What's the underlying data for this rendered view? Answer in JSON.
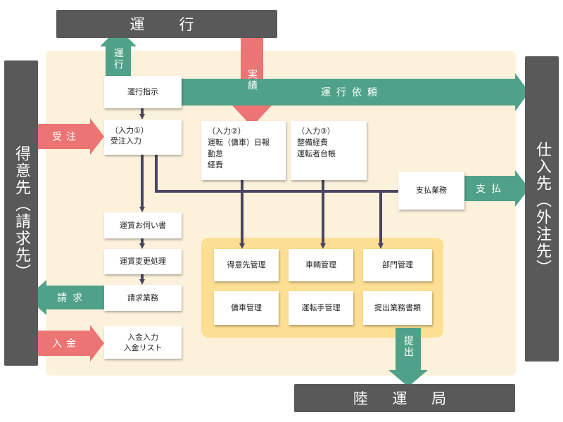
{
  "bars": {
    "top": "運　行",
    "bottom": "陸 運 局",
    "left": "得意先（請求先）",
    "right": "仕入先（外注先）"
  },
  "arrows": {
    "unko_up": "運行",
    "jisseki": "実績",
    "unko_irai": "運行依頼",
    "juchu": "受注",
    "shiharai": "支払",
    "seikyu": "請求",
    "nyukin": "入金",
    "teishutsu": "提出"
  },
  "boxes": {
    "unko_shiji": "運行指示",
    "input1": "（入力①）\n受注入力",
    "input2": "（入力②）\n運転（傭車）日報\n勤怠\n経費",
    "input3": "（入力③）\n整備経費\n運転者台帳",
    "shiharai_gyomu": "支払業務",
    "unchin_ukagai": "運賃お伺い書",
    "unchin_henko": "運賃変更処理",
    "seikyu_gyomu": "請求業務",
    "nyukin": "入金入力\n入金リスト",
    "tokuisaki_kanri": "得意先管理",
    "sharyo_kanri": "車輌管理",
    "bumon_kanri": "部門管理",
    "yosha_kanri": "傭車管理",
    "untenshu_kanri": "運転手管理",
    "teishutsu_shorui": "提出業務書類"
  },
  "colors": {
    "dark_bar": "#595959",
    "green_arrow": "#4fa287",
    "red_arrow": "#ec7474",
    "panel_bg": "#fcf2db",
    "inner_panel": "#fcdf93",
    "connector": "#4a4560"
  }
}
